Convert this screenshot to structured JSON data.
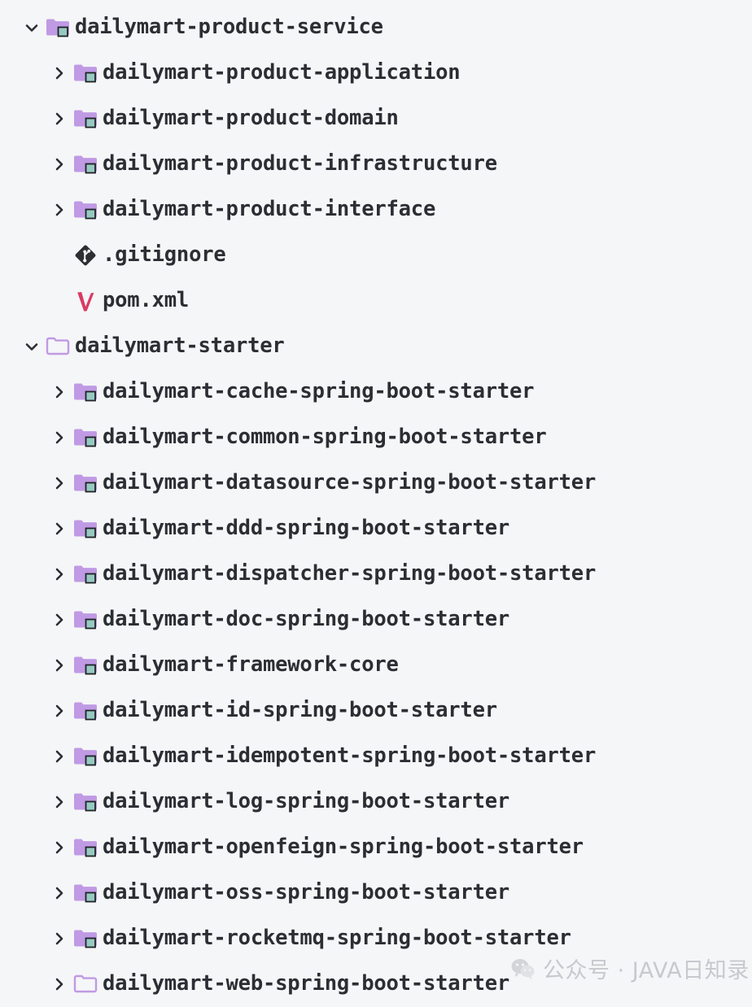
{
  "theme": {
    "background": "#f5f6f8",
    "text_color": "#2b2e33",
    "folder_purple": "#c09ae4",
    "module_badge_teal": "#97c9c2",
    "git_icon_color": "#2b2e33",
    "maven_icon_color": "#d93b63",
    "watermark_color": "#c6c9ce"
  },
  "tree": {
    "name": "project-file-tree",
    "rows": [
      {
        "id": "dailymart-product-service",
        "label": "dailymart-product-service",
        "level": 0,
        "twisty": "chevron-down-icon",
        "icon": "maven-module-folder-icon",
        "expanded": true
      },
      {
        "id": "dailymart-product-application",
        "label": "dailymart-product-application",
        "level": 1,
        "twisty": "chevron-right-icon",
        "icon": "maven-module-folder-icon",
        "expanded": false
      },
      {
        "id": "dailymart-product-domain",
        "label": "dailymart-product-domain",
        "level": 1,
        "twisty": "chevron-right-icon",
        "icon": "maven-module-folder-icon",
        "expanded": false
      },
      {
        "id": "dailymart-product-infrastructure",
        "label": "dailymart-product-infrastructure",
        "level": 1,
        "twisty": "chevron-right-icon",
        "icon": "maven-module-folder-icon",
        "expanded": false
      },
      {
        "id": "dailymart-product-interface",
        "label": "dailymart-product-interface",
        "level": 1,
        "twisty": "chevron-right-icon",
        "icon": "maven-module-folder-icon",
        "expanded": false
      },
      {
        "id": "gitignore",
        "label": ".gitignore",
        "level": 1,
        "twisty": "none",
        "icon": "git-file-icon",
        "expanded": false
      },
      {
        "id": "pom-xml",
        "label": "pom.xml",
        "level": 1,
        "twisty": "none",
        "icon": "maven-pom-icon",
        "expanded": false
      },
      {
        "id": "dailymart-starter",
        "label": "dailymart-starter",
        "level": 0,
        "twisty": "chevron-down-icon",
        "icon": "plain-folder-icon",
        "expanded": true
      },
      {
        "id": "dailymart-cache-spring-boot-starter",
        "label": "dailymart-cache-spring-boot-starter",
        "level": 1,
        "twisty": "chevron-right-icon",
        "icon": "maven-module-folder-icon",
        "expanded": false
      },
      {
        "id": "dailymart-common-spring-boot-starter",
        "label": "dailymart-common-spring-boot-starter",
        "level": 1,
        "twisty": "chevron-right-icon",
        "icon": "maven-module-folder-icon",
        "expanded": false
      },
      {
        "id": "dailymart-datasource-spring-boot-starter",
        "label": "dailymart-datasource-spring-boot-starter",
        "level": 1,
        "twisty": "chevron-right-icon",
        "icon": "maven-module-folder-icon",
        "expanded": false
      },
      {
        "id": "dailymart-ddd-spring-boot-starter",
        "label": "dailymart-ddd-spring-boot-starter",
        "level": 1,
        "twisty": "chevron-right-icon",
        "icon": "maven-module-folder-icon",
        "expanded": false
      },
      {
        "id": "dailymart-dispatcher-spring-boot-starter",
        "label": "dailymart-dispatcher-spring-boot-starter",
        "level": 1,
        "twisty": "chevron-right-icon",
        "icon": "maven-module-folder-icon",
        "expanded": false
      },
      {
        "id": "dailymart-doc-spring-boot-starter",
        "label": "dailymart-doc-spring-boot-starter",
        "level": 1,
        "twisty": "chevron-right-icon",
        "icon": "maven-module-folder-icon",
        "expanded": false
      },
      {
        "id": "dailymart-framework-core",
        "label": "dailymart-framework-core",
        "level": 1,
        "twisty": "chevron-right-icon",
        "icon": "maven-module-folder-icon",
        "expanded": false
      },
      {
        "id": "dailymart-id-spring-boot-starter",
        "label": "dailymart-id-spring-boot-starter",
        "level": 1,
        "twisty": "chevron-right-icon",
        "icon": "maven-module-folder-icon",
        "expanded": false
      },
      {
        "id": "dailymart-idempotent-spring-boot-starter",
        "label": "dailymart-idempotent-spring-boot-starter",
        "level": 1,
        "twisty": "chevron-right-icon",
        "icon": "maven-module-folder-icon",
        "expanded": false
      },
      {
        "id": "dailymart-log-spring-boot-starter",
        "label": "dailymart-log-spring-boot-starter",
        "level": 1,
        "twisty": "chevron-right-icon",
        "icon": "maven-module-folder-icon",
        "expanded": false
      },
      {
        "id": "dailymart-openfeign-spring-boot-starter",
        "label": "dailymart-openfeign-spring-boot-starter",
        "level": 1,
        "twisty": "chevron-right-icon",
        "icon": "maven-module-folder-icon",
        "expanded": false
      },
      {
        "id": "dailymart-oss-spring-boot-starter",
        "label": "dailymart-oss-spring-boot-starter",
        "level": 1,
        "twisty": "chevron-right-icon",
        "icon": "maven-module-folder-icon",
        "expanded": false
      },
      {
        "id": "dailymart-rocketmq-spring-boot-starter",
        "label": "dailymart-rocketmq-spring-boot-starter",
        "level": 1,
        "twisty": "chevron-right-icon",
        "icon": "maven-module-folder-icon",
        "expanded": false
      },
      {
        "id": "dailymart-web-spring-boot-starter",
        "label": "dailymart-web-spring-boot-starter",
        "level": 1,
        "twisty": "chevron-right-icon",
        "icon": "plain-folder-icon",
        "expanded": false
      }
    ]
  },
  "watermark": {
    "icon": "wechat-icon",
    "text": "公众号 · JAVA日知录"
  }
}
